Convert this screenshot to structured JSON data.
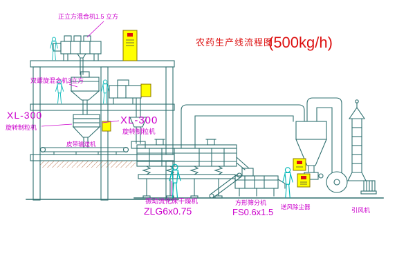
{
  "title": {
    "main": "农药生产线流程图",
    "capacity": "(500kg/h)"
  },
  "labels": {
    "top_mixer": "正立方混合机1.5 立方",
    "mid_mixer": "双螺旋混合机3立方",
    "granulator_left_model": "XL-300",
    "granulator_left_name": "旋转制粒机",
    "granulator_right_model": "XL-300",
    "granulator_right_name": "旋转制粒机",
    "belt_conveyor": "皮带输送机",
    "dryer_name": "振动流化床干燥机",
    "dryer_model": "ZLG6x0.75",
    "sifter_name": "方形筛分机",
    "sifter_model": "FS0.6x1.5",
    "dust_collector": "送风除尘器",
    "fan": "引风机"
  },
  "colors": {
    "structure": "#2e6f6f",
    "label": "#cc00cc",
    "title": "#dd1111",
    "figure": "#00b7b7",
    "cabinet": "#ffff00",
    "cabinet_border": "#8a7500",
    "hatch_red": "#b05a2a"
  }
}
